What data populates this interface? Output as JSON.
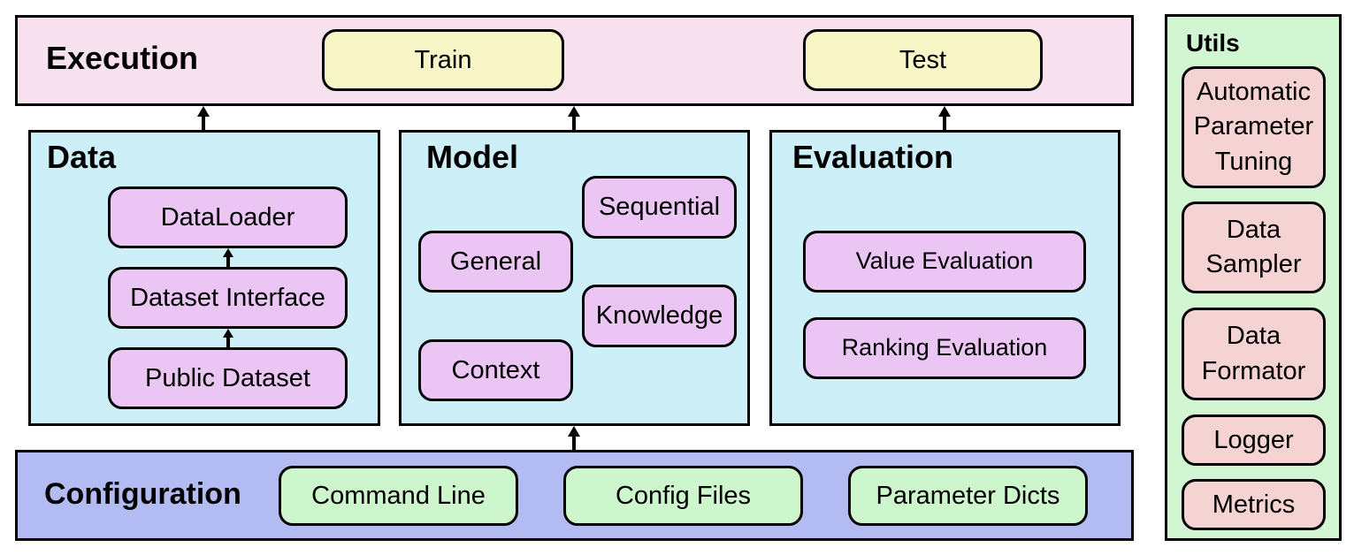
{
  "execution": {
    "title": "Execution",
    "train": "Train",
    "test": "Test"
  },
  "data": {
    "title": "Data",
    "dataloader": "DataLoader",
    "dataset_interface": "Dataset Interface",
    "public_dataset": "Public Dataset"
  },
  "model": {
    "title": "Model",
    "sequential": "Sequential",
    "general": "General",
    "knowledge": "Knowledge",
    "context": "Context"
  },
  "evaluation": {
    "title": "Evaluation",
    "value": "Value Evaluation",
    "ranking": "Ranking Evaluation"
  },
  "configuration": {
    "title": "Configuration",
    "command_line": "Command Line",
    "config_files": "Config Files",
    "parameter_dicts": "Parameter Dicts"
  },
  "utils": {
    "title": "Utils",
    "tuning": "Automatic Parameter Tuning",
    "sampler": "Data Sampler",
    "formator": "Data Formator",
    "logger": "Logger",
    "metrics": "Metrics"
  },
  "colors": {
    "execution_bg": "#f8e1ee",
    "module_bg": "#cdf0f8",
    "configuration_bg": "#b3bcf2",
    "utils_bg": "#d2f5d2",
    "execution_box": "#f8f6c6",
    "module_box": "#ebc6f5",
    "configuration_box": "#cdf6cd",
    "utils_box": "#f6d3d3"
  }
}
